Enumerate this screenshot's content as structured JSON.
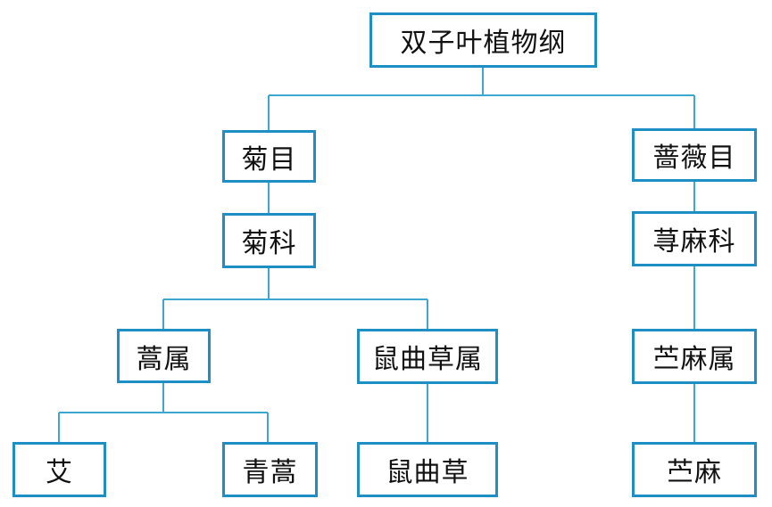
{
  "diagram": {
    "nodes": {
      "root": "双子叶植物纲",
      "jumu": "菊目",
      "qiangweimu": "蔷薇目",
      "juke": "菊科",
      "qianmake": "荨麻科",
      "haoshu": "蒿属",
      "shuqucaoshu": "鼠曲草属",
      "zhumashu": "苎麻属",
      "ai": "艾",
      "qinghao": "青蒿",
      "shuqucao": "鼠曲草",
      "zhuma": "苎麻"
    },
    "edges": [
      [
        "root",
        "jumu"
      ],
      [
        "root",
        "qiangweimu"
      ],
      [
        "jumu",
        "juke"
      ],
      [
        "qiangweimu",
        "qianmake"
      ],
      [
        "juke",
        "haoshu"
      ],
      [
        "juke",
        "shuqucaoshu"
      ],
      [
        "qianmake",
        "zhumashu"
      ],
      [
        "haoshu",
        "ai"
      ],
      [
        "haoshu",
        "qinghao"
      ],
      [
        "shuqucaoshu",
        "shuqucao"
      ],
      [
        "zhumashu",
        "zhuma"
      ]
    ],
    "colors": {
      "box_border": "#1e8fc4",
      "connector": "#3ca7cf",
      "text": "#111111"
    }
  }
}
